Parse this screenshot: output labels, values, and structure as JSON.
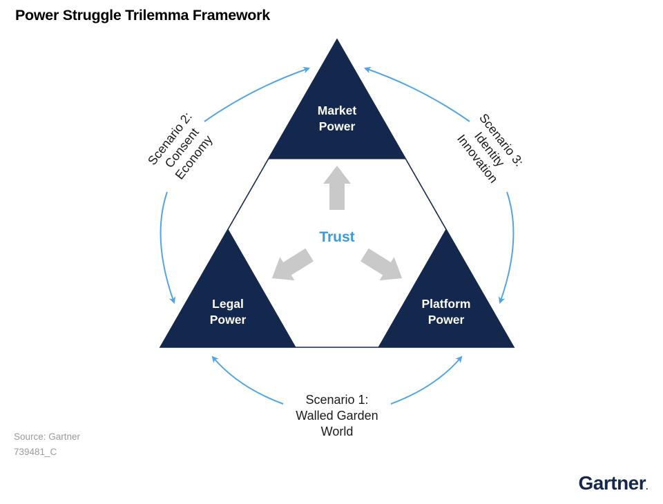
{
  "title": "Power Struggle Trilemma Framework",
  "diagram": {
    "center": {
      "label": "Trust"
    },
    "corners": {
      "top": {
        "line1": "Market",
        "line2": "Power"
      },
      "bottom_left": {
        "line1": "Legal",
        "line2": "Power"
      },
      "bottom_right": {
        "line1": "Platform",
        "line2": "Power"
      }
    },
    "scenarios": {
      "s1": {
        "line1": "Scenario 1:",
        "line2": "Walled Garden",
        "line3": "World"
      },
      "s2": {
        "line1": "Scenario 2:",
        "line2": "Consent",
        "line3": "Economy"
      },
      "s3": {
        "line1": "Scenario 3:",
        "line2": "Identity",
        "line3": "Innovation"
      }
    }
  },
  "footer": {
    "source": "Source: Gartner",
    "document_id": "739481_C"
  },
  "brand": {
    "logo_text": "Gartner",
    "registered_mark": "."
  },
  "colors": {
    "navy": "#14284e",
    "trust_blue": "#3b99d8",
    "arc_blue": "#54a4e1",
    "arrow_gray": "#c9c9c9",
    "text_dark": "#1a1a1a",
    "source_gray": "#9a9a9a"
  }
}
